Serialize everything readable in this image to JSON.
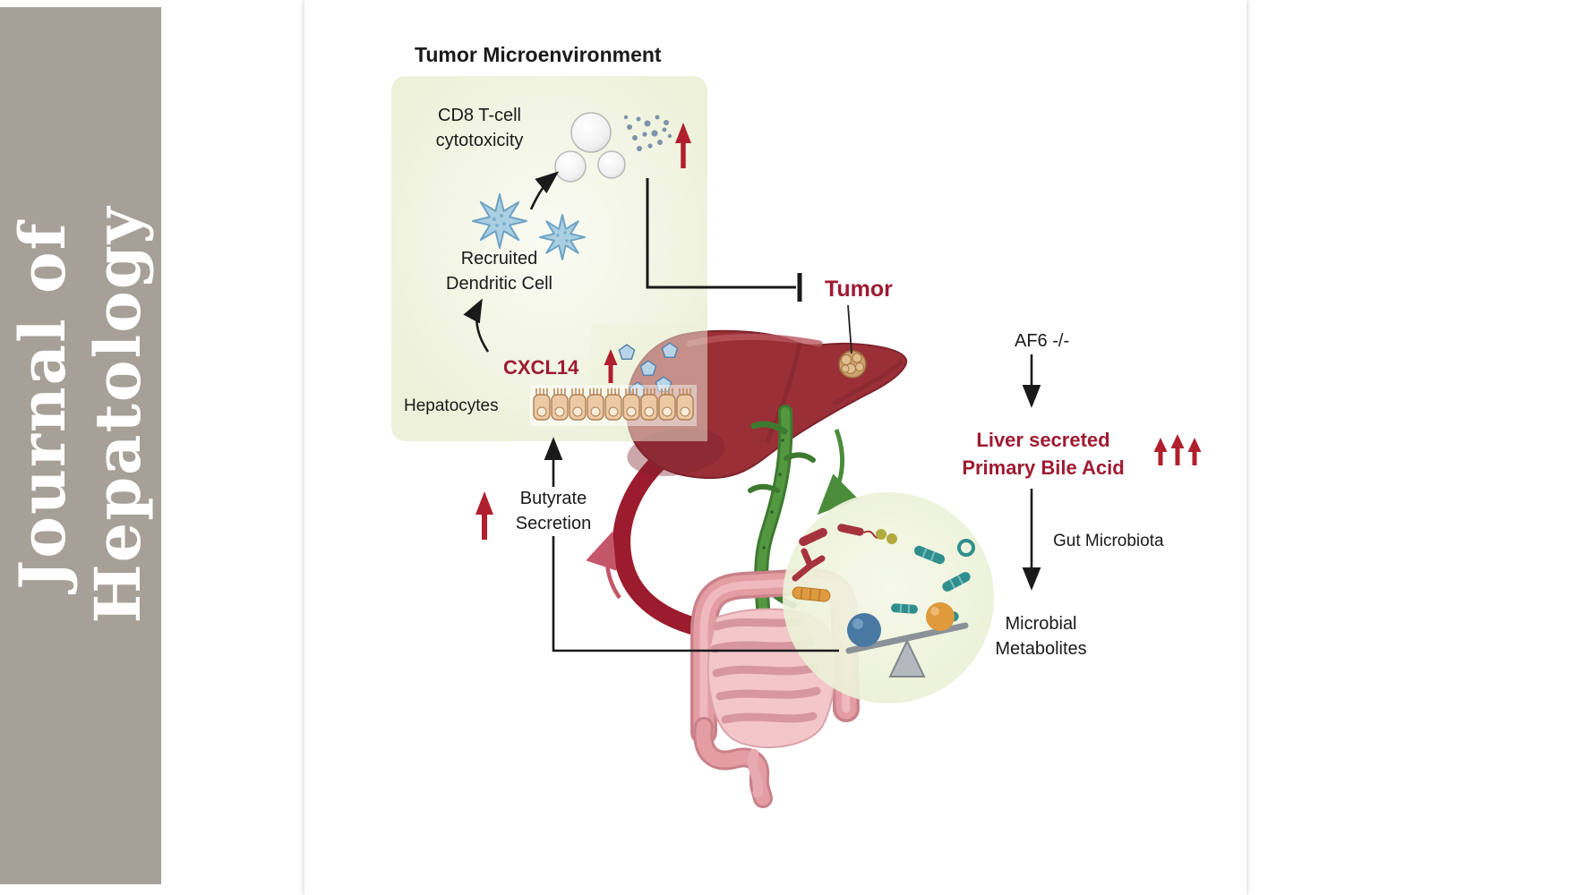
{
  "journal": {
    "line1": "Journal of",
    "line2": "Hepatology"
  },
  "figure": {
    "title": "Tumor Microenvironment",
    "cd8": {
      "line1": "CD8 T-cell",
      "line2": "cytotoxicity"
    },
    "dendritic": {
      "line1": "Recruited",
      "line2": "Dendritic Cell"
    },
    "cxcl14": "CXCL14",
    "hepatocytes": "Hepatocytes",
    "tumor": "Tumor",
    "butyrate": {
      "line1": "Butyrate",
      "line2": "Secretion"
    },
    "af6": "AF6 -/-",
    "bile": {
      "line1": "Liver secreted",
      "line2": "Primary Bile Acid"
    },
    "gut_microbiota": "Gut Microbiota",
    "metabolites": {
      "line1": "Microbial",
      "line2": "Metabolites"
    }
  },
  "icons": {
    "up_arrow": "↑",
    "triple_up_arrow": "↑↑↑",
    "inhibition_bar": "⊣"
  },
  "colors": {
    "accent_red_text": "#9e1b32",
    "arrow_red": "#b01f2e",
    "panel_green": "#edf1d9",
    "sidebar_gray": "#a6a098",
    "liver_red": "#9a2f38",
    "portal_vein_green": "#4b8c3a",
    "vessel_dark_red": "#9b1c2c",
    "intestine_pink": "#e59da4",
    "microbe_teal": "#2f8f8e",
    "microbe_orange": "#dd9a3f",
    "microbe_red": "#a5333e",
    "ball_blue": "#4779a3",
    "ball_orange": "#e09a3b"
  }
}
